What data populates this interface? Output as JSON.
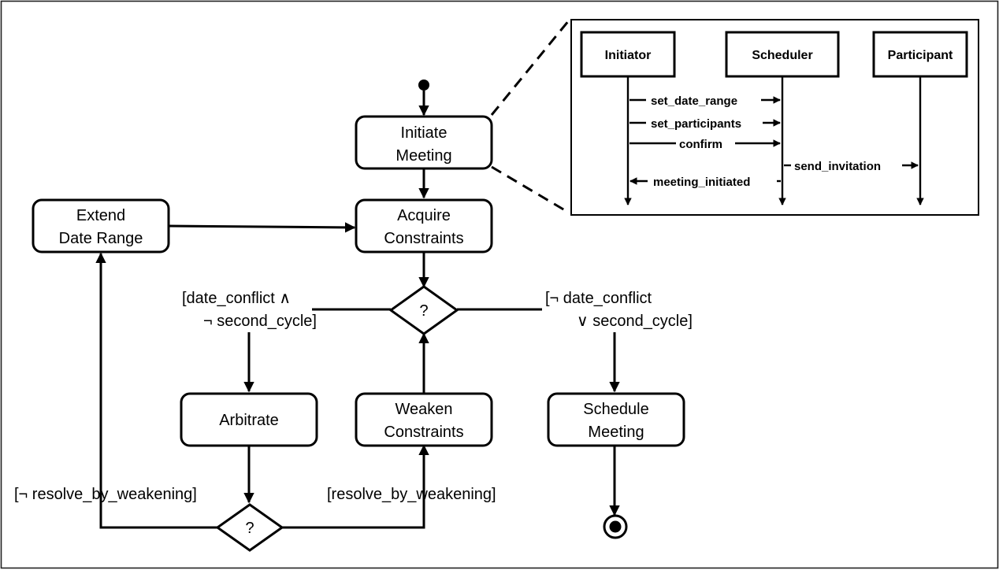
{
  "activity": {
    "initiate": [
      "Initiate",
      "Meeting"
    ],
    "acquire": [
      "Acquire",
      "Constraints"
    ],
    "extend": [
      "Extend",
      "Date Range"
    ],
    "arbitrate": "Arbitrate",
    "weaken": [
      "Weaken",
      "Constraints"
    ],
    "schedule": [
      "Schedule",
      "Meeting"
    ],
    "decision1": "?",
    "decision2": "?",
    "guard_left": [
      "[date_conflict ∧",
      "¬ second_cycle]"
    ],
    "guard_right": [
      "[¬ date_conflict",
      "∨ second_cycle]"
    ],
    "guard_not_resolve": "[¬ resolve_by_weakening]",
    "guard_resolve": "[resolve_by_weakening]"
  },
  "sequence": {
    "lifelines": [
      "Initiator",
      "Scheduler",
      "Participant"
    ],
    "messages": [
      "set_date_range",
      "set_participants",
      "confirm",
      "send_invitation",
      "meeting_initiated"
    ]
  }
}
